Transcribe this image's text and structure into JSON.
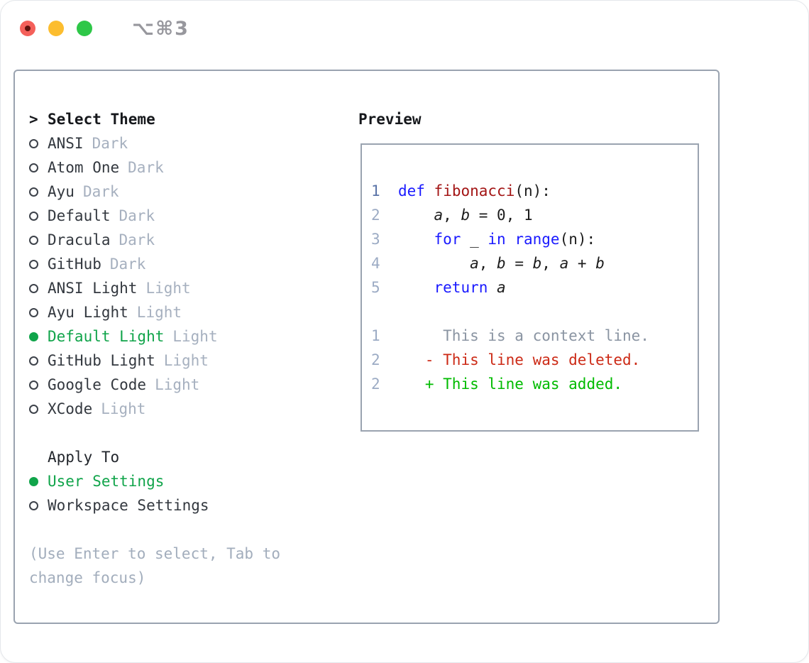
{
  "window": {
    "shortcut_label": "⌥⌘3",
    "traffic_lights": [
      "close",
      "minimize",
      "zoom"
    ]
  },
  "colors": {
    "accent_green": "#10a44a",
    "added_green": "#00bb00",
    "deleted_red": "#cc2a16",
    "keyword_blue": "#1a1aff",
    "function_red": "#a31515",
    "code_text": "#1c1c1c",
    "context_gray": "#8a94a2",
    "line_number": "#9cabc4",
    "line_number_active": "#5b74a8",
    "muted_text": "#a6b0bf",
    "border_gray": "#9aa3b0"
  },
  "theme_panel": {
    "header_prompt": ">",
    "header": "Select Theme",
    "items": [
      {
        "name": "ANSI",
        "variant": "Dark",
        "selected": false
      },
      {
        "name": "Atom One",
        "variant": "Dark",
        "selected": false
      },
      {
        "name": "Ayu",
        "variant": "Dark",
        "selected": false
      },
      {
        "name": "Default",
        "variant": "Dark",
        "selected": false
      },
      {
        "name": "Dracula",
        "variant": "Dark",
        "selected": false
      },
      {
        "name": "GitHub",
        "variant": "Dark",
        "selected": false
      },
      {
        "name": "ANSI Light",
        "variant": "Light",
        "selected": false
      },
      {
        "name": "Ayu Light",
        "variant": "Light",
        "selected": false
      },
      {
        "name": "Default Light",
        "variant": "Light",
        "selected": true
      },
      {
        "name": "GitHub Light",
        "variant": "Light",
        "selected": false
      },
      {
        "name": "Google Code",
        "variant": "Light",
        "selected": false
      },
      {
        "name": "XCode",
        "variant": "Light",
        "selected": false
      }
    ],
    "apply_header": "Apply To",
    "apply_items": [
      {
        "label": "User Settings",
        "selected": true
      },
      {
        "label": "Workspace Settings",
        "selected": false
      }
    ],
    "hint_lines": [
      "(Use Enter to select, Tab to",
      "change focus)"
    ],
    "hint_full": "(Use Enter to select, Tab to change focus)"
  },
  "preview": {
    "header": "Preview",
    "lines": [
      {
        "spans": [
          {
            "t": "1",
            "c": "num1"
          },
          {
            "t": "  "
          },
          {
            "t": "def",
            "c": "kw"
          },
          {
            "t": " "
          },
          {
            "t": "fibonacci",
            "c": "fn"
          },
          {
            "t": "(n):"
          }
        ]
      },
      {
        "spans": [
          {
            "t": "2",
            "c": "num"
          },
          {
            "t": "      "
          },
          {
            "t": "a",
            "i": true
          },
          {
            "t": ", "
          },
          {
            "t": "b",
            "i": true
          },
          {
            "t": " = 0, 1"
          }
        ]
      },
      {
        "spans": [
          {
            "t": "3",
            "c": "num"
          },
          {
            "t": "      "
          },
          {
            "t": "for",
            "c": "kw"
          },
          {
            "t": " _ "
          },
          {
            "t": "in",
            "c": "kw"
          },
          {
            "t": " "
          },
          {
            "t": "range",
            "c": "kw"
          },
          {
            "t": "(n):"
          }
        ]
      },
      {
        "spans": [
          {
            "t": "4",
            "c": "num"
          },
          {
            "t": "          "
          },
          {
            "t": "a",
            "i": true
          },
          {
            "t": ", "
          },
          {
            "t": "b",
            "i": true
          },
          {
            "t": " = "
          },
          {
            "t": "b",
            "i": true
          },
          {
            "t": ", "
          },
          {
            "t": "a",
            "i": true
          },
          {
            "t": " + "
          },
          {
            "t": "b",
            "i": true
          }
        ]
      },
      {
        "spans": [
          {
            "t": "5",
            "c": "num"
          },
          {
            "t": "      "
          },
          {
            "t": "return",
            "c": "kw"
          },
          {
            "t": " "
          },
          {
            "t": "a",
            "i": true
          }
        ]
      },
      {
        "spans": []
      },
      {
        "spans": [
          {
            "t": "1",
            "c": "num"
          },
          {
            "t": "       This is a context line.",
            "c": "ctx"
          }
        ]
      },
      {
        "spans": [
          {
            "t": "2",
            "c": "num"
          },
          {
            "t": "     - This line was deleted.",
            "c": "del"
          }
        ]
      },
      {
        "spans": [
          {
            "t": "2",
            "c": "num"
          },
          {
            "t": "     + This line was added.",
            "c": "add"
          }
        ]
      }
    ]
  }
}
